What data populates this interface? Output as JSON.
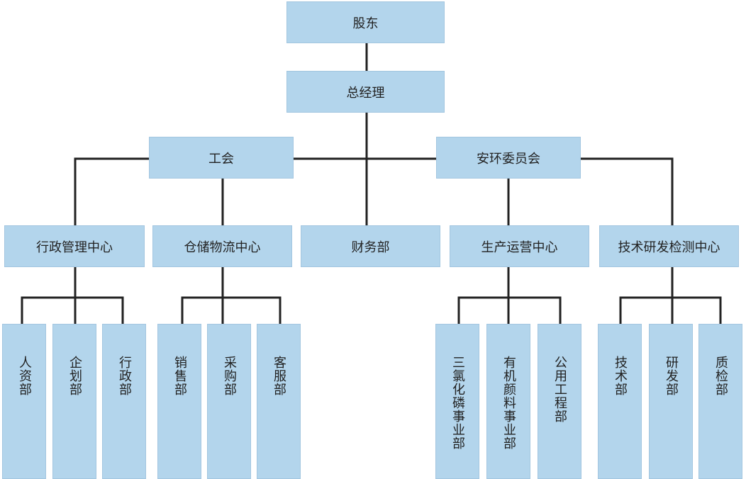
{
  "org": {
    "shareholders": "股东",
    "general_manager": "总经理",
    "union": "工会",
    "safety_env_committee": "安环委员会",
    "centers": {
      "admin": "行政管理中心",
      "storage": "仓储物流中心",
      "finance": "财务部",
      "production": "生产运营中心",
      "tech": "技术研发检测中心"
    },
    "departments": {
      "admin": [
        "人资部",
        "企划部",
        "行政部"
      ],
      "storage": [
        "销售部",
        "采购部",
        "客服部"
      ],
      "production": [
        "三氯化磷事业部",
        "有机颜料事业部",
        "公用工程部"
      ],
      "tech": [
        "技术部",
        "研发部",
        "质检部"
      ]
    }
  },
  "colors": {
    "box_fill": "#b3d5ec",
    "line": "#222222"
  }
}
